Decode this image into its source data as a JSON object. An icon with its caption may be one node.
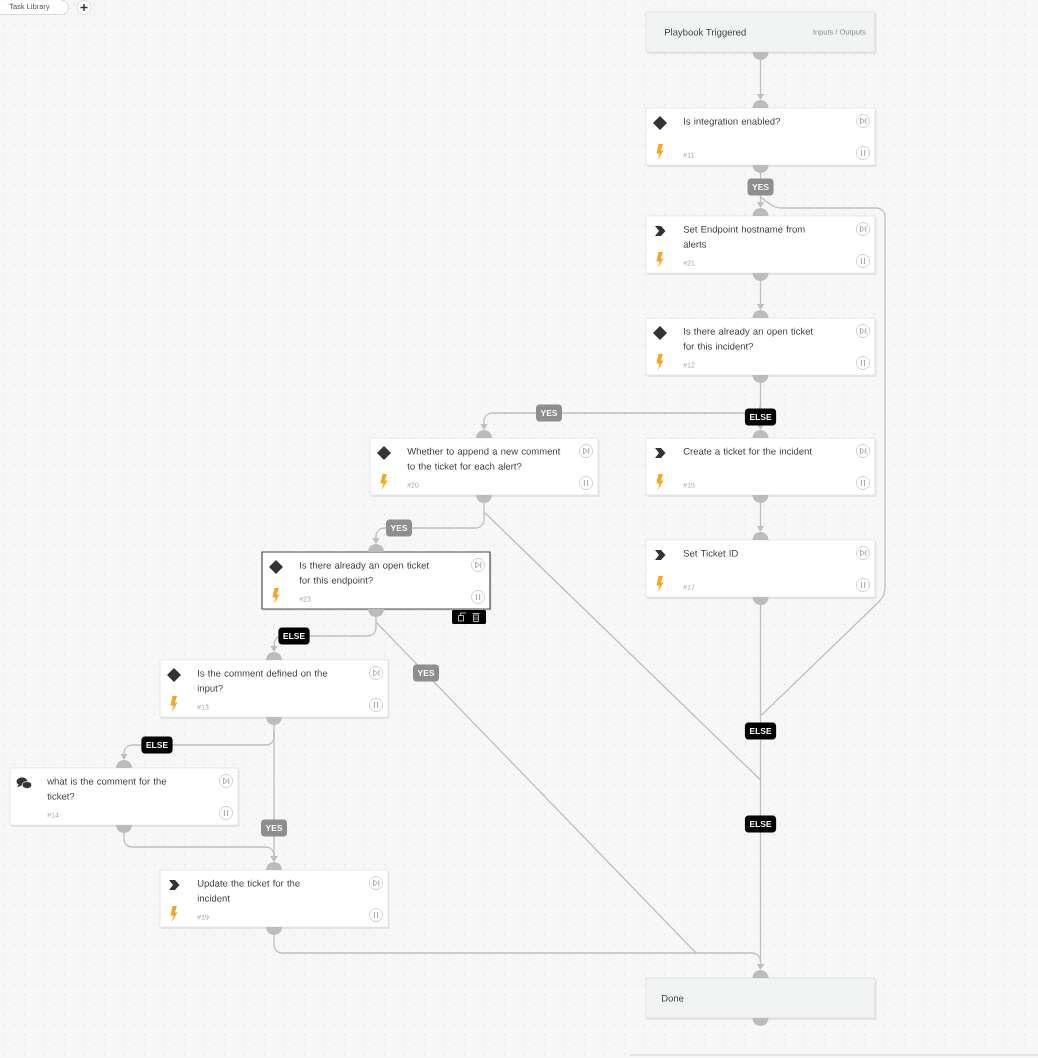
{
  "diagram": {
    "nodes": [
      {
        "text": [
          "Playbook Triggered",
          "Inputs / Outputs"
        ]
      },
      {
        "text": [
          "Is integration enabled?",
          "#11"
        ]
      },
      {
        "text": [
          "Set Endpoint hostname from alerts",
          "#21"
        ]
      },
      {
        "text": [
          "Is there already an open ticket for this incident?",
          "#12"
        ]
      },
      {
        "text": [
          "Whether to append a new comment to the ticket for each alert?",
          "#20"
        ]
      },
      {
        "text": [
          "Create a ticket for the incident",
          "#15"
        ]
      },
      {
        "text": [
          "Is there already an open ticket for this endpoint?",
          "#23"
        ]
      },
      {
        "text": [
          "Set Ticket ID",
          "#17"
        ]
      },
      {
        "text": [
          "Is the comment defined on the input?",
          "#13"
        ]
      },
      {
        "text": [
          "what is the comment for the ticket?",
          "#14"
        ]
      },
      {
        "text": [
          "Update the ticket for the incident",
          "#19"
        ]
      },
      {
        "text": [
          "Done"
        ]
      }
    ],
    "edges": [
      {
        "from": 0,
        "to": 1,
        "arrow": "to"
      },
      {
        "from": 1,
        "to": 2,
        "arrow": "to",
        "label": "YES"
      },
      {
        "from": 1,
        "to": 11,
        "arrow": "to",
        "label": "ELSE"
      },
      {
        "from": 2,
        "to": 3,
        "arrow": "to"
      },
      {
        "from": 3,
        "to": 4,
        "arrow": "to",
        "label": "YES"
      },
      {
        "from": 3,
        "to": 5,
        "arrow": "to",
        "label": "ELSE"
      },
      {
        "from": 4,
        "to": 6,
        "arrow": "to",
        "label": "YES"
      },
      {
        "from": 4,
        "to": 11,
        "arrow": "to",
        "label": "ELSE"
      },
      {
        "from": 5,
        "to": 7,
        "arrow": "to"
      },
      {
        "from": 6,
        "to": 8,
        "arrow": "to",
        "label": "ELSE"
      },
      {
        "from": 6,
        "to": 11,
        "arrow": "to",
        "label": "YES"
      },
      {
        "from": 7,
        "to": 11,
        "arrow": "to"
      },
      {
        "from": 8,
        "to": 9,
        "arrow": "to",
        "label": "ELSE"
      },
      {
        "from": 8,
        "to": 10,
        "arrow": "to",
        "label": "YES"
      },
      {
        "from": 9,
        "to": 10,
        "arrow": "to"
      },
      {
        "from": 10,
        "to": 11,
        "arrow": "to"
      }
    ],
    "labels": [
      "Task Library"
    ]
  }
}
